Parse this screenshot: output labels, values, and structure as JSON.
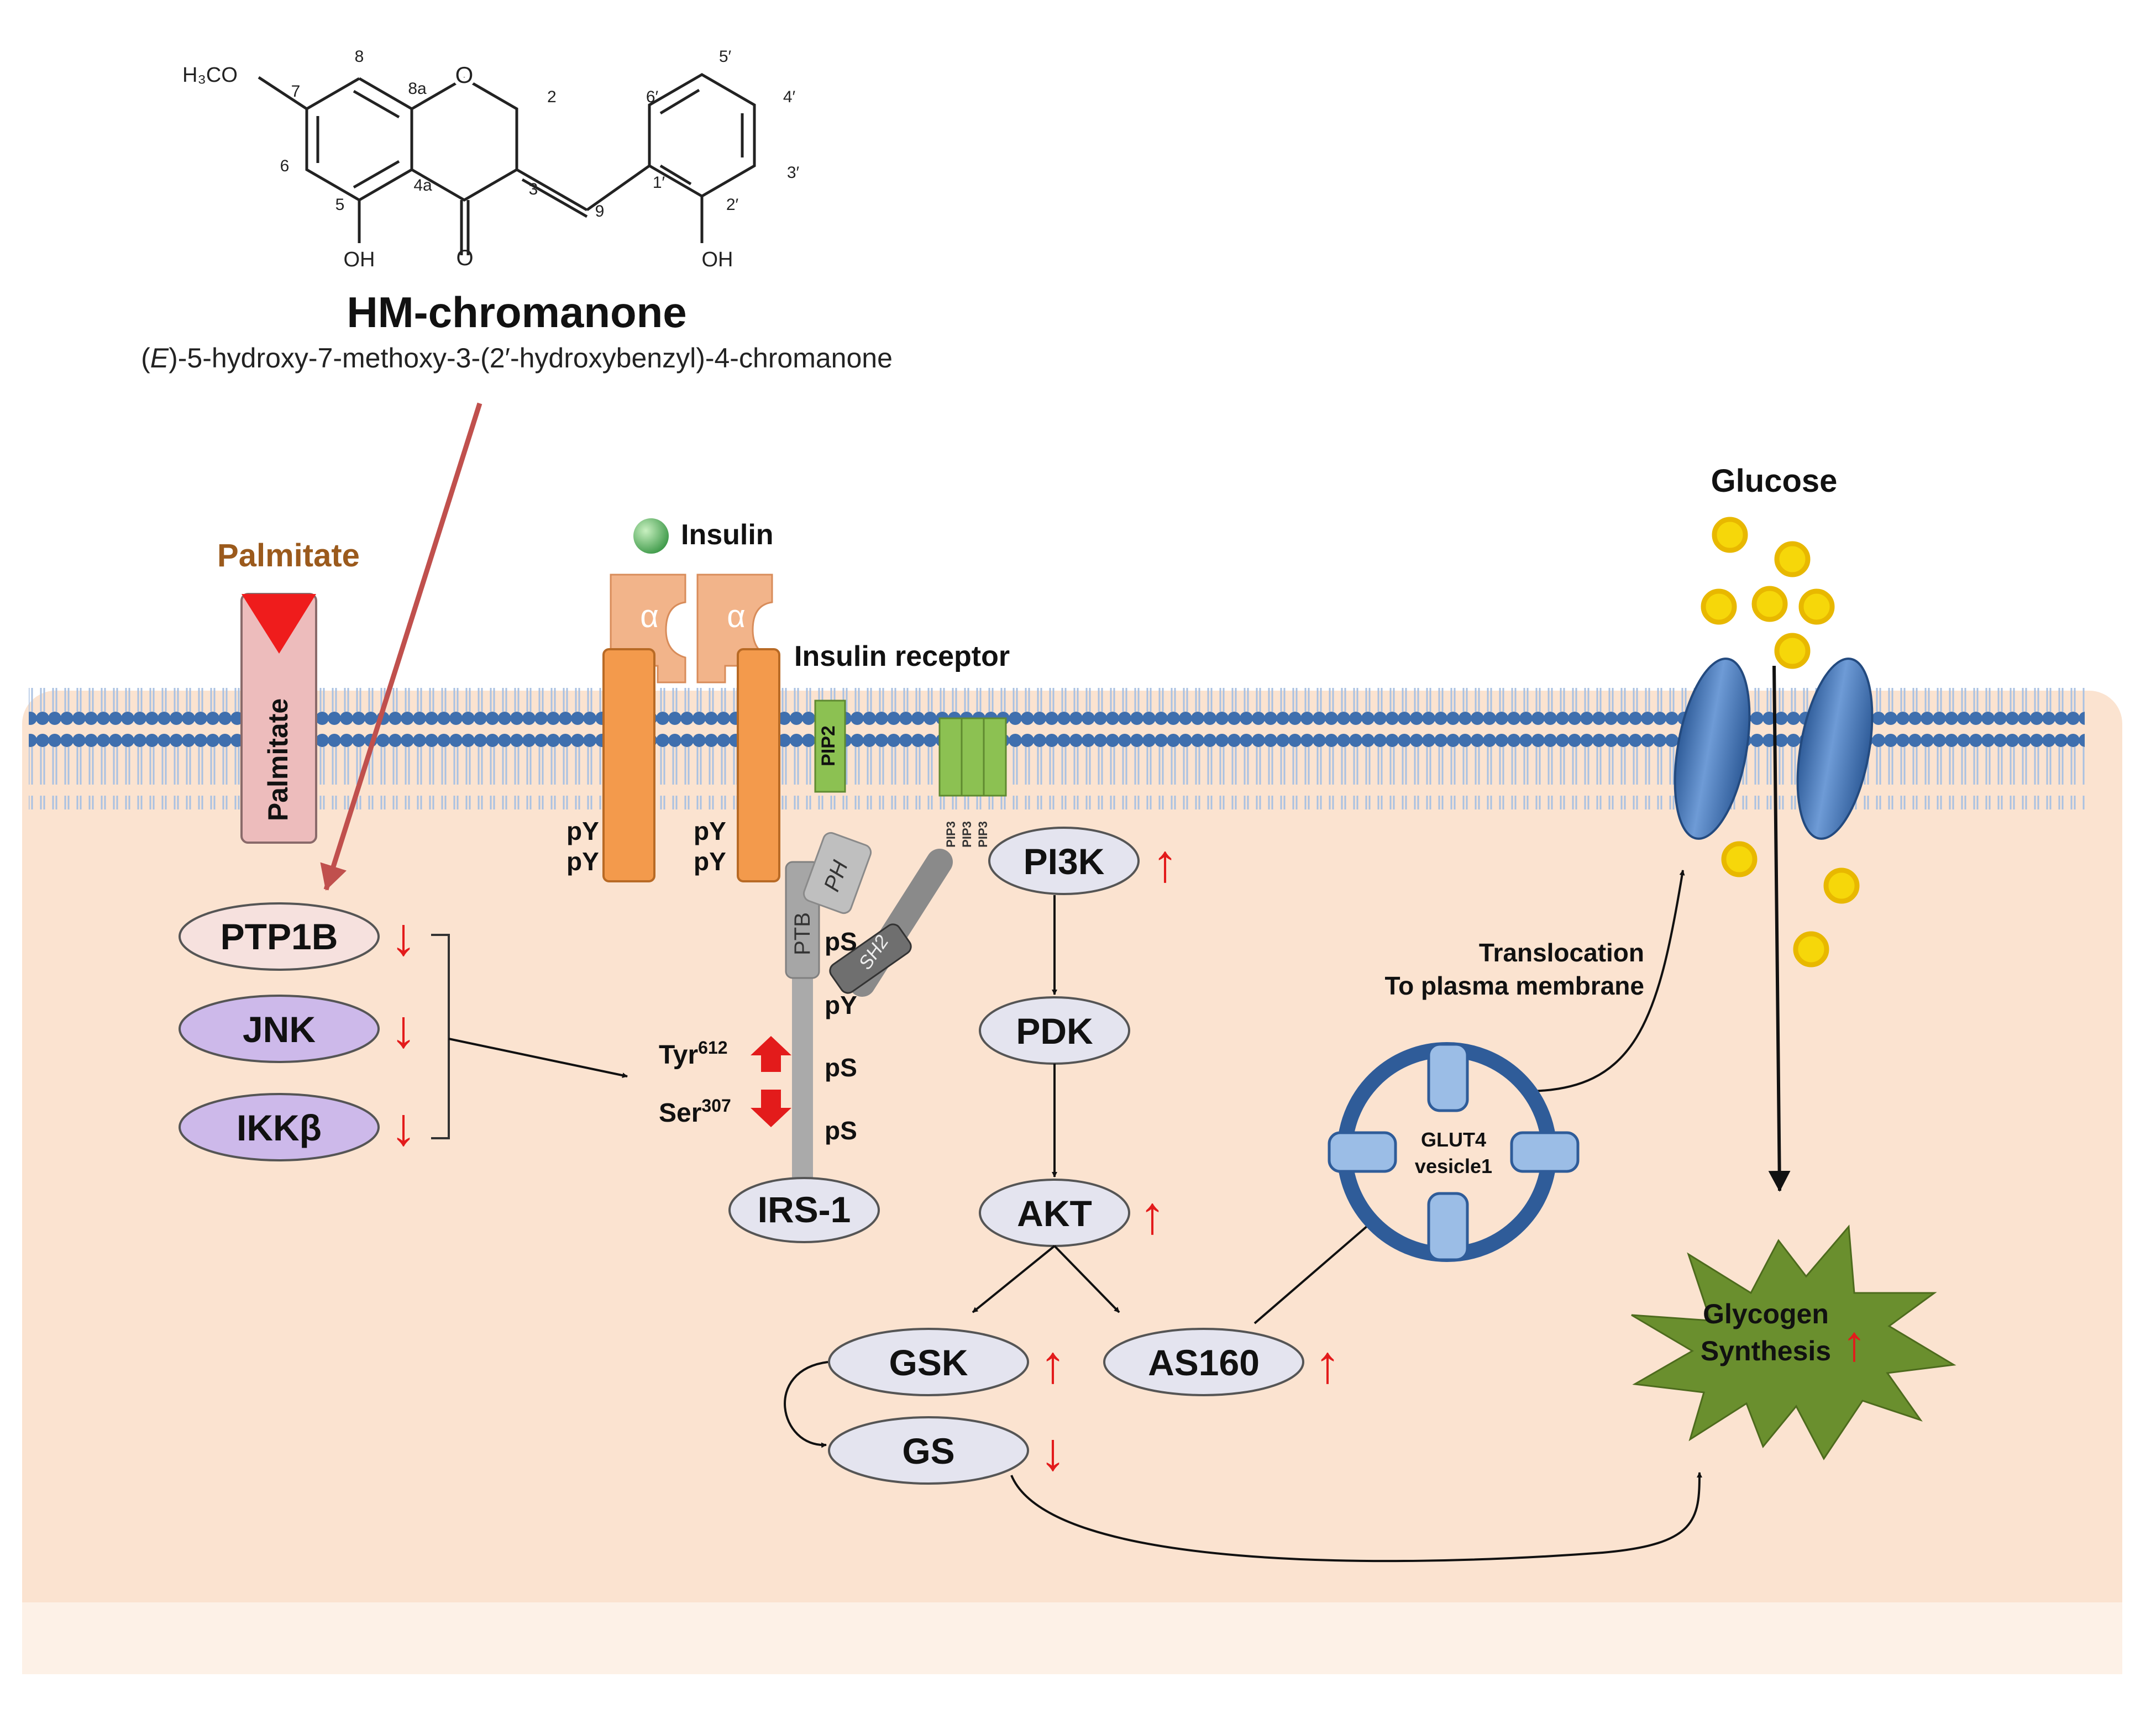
{
  "molecule": {
    "name": "HM-chromanone",
    "iupac_prefix": "(",
    "iupac_italic": "E",
    "iupac_rest": ")-5-hydroxy-7-methoxy-3-(2′-hydroxybenzyl)-4-chromanone",
    "substituents": {
      "methoxy": "H₃CO",
      "oh5": "OH",
      "oh2p": "OH",
      "ring_o": "O",
      "carbonyl_o": "O"
    },
    "atom_numbers": {
      "n8": "8",
      "n8a": "8a",
      "n2": "2",
      "n7": "7",
      "n6": "6",
      "n5": "5",
      "n4a": "4a",
      "n3": "3",
      "n9": "9",
      "n1p": "1′",
      "n2p": "2′",
      "n3p": "3′",
      "n4p": "4′",
      "n5p": "5′",
      "n6p": "6′"
    }
  },
  "extracellular": {
    "palmitate_label": "Palmitate",
    "palmitate_bar_label": "Palmitate",
    "insulin_label": "Insulin",
    "receptor_label": "Insulin receptor",
    "alpha": "α",
    "glucose_label": "Glucose"
  },
  "membrane": {
    "pip2": "PIP2",
    "pip3": "PIP3"
  },
  "receptor_phospho": {
    "left_1": "pY",
    "left_2": "pY",
    "right_1": "pY",
    "right_2": "pY"
  },
  "irs": {
    "ph": "PH",
    "ptb": "PTB",
    "sh2": "SH2",
    "ps1": "pS",
    "py": "pY",
    "ps2": "pS",
    "ps3": "pS",
    "tyr": "Tyr",
    "tyr_sup": "612",
    "ser": "Ser",
    "ser_sup": "307",
    "label": "IRS-1"
  },
  "nodes": {
    "ptp1b": "PTP1B",
    "jnk": "JNK",
    "ikkb": "IKKβ",
    "pi3k": "PI3K",
    "pdk": "PDK",
    "akt": "AKT",
    "gsk": "GSK",
    "gs": "GS",
    "as160": "AS160"
  },
  "glut4": {
    "line1": "GLUT4",
    "line2": "vesicle1",
    "translocation_1": "Translocation",
    "translocation_2": "To plasma membrane"
  },
  "glycogen": {
    "line1": "Glycogen",
    "line2": "Synthesis"
  },
  "regulation": {
    "up": "↑",
    "down": "↓"
  },
  "colors": {
    "cytoplasm": "#fbe3d0",
    "membrane_head": "#3f6fae",
    "receptor": "#f39a4c",
    "alpha": "#f2b48a",
    "node": "#e4e4ef",
    "node_purple": "#cdb9ea",
    "node_pink": "#f6e1de",
    "red": "#e31b1b",
    "palmitate_text": "#9b5a1c",
    "glycogen": "#6a8f2e",
    "glucose": "#f6d70a",
    "pip": "#8cc152",
    "glut": "#4f7bb8"
  }
}
